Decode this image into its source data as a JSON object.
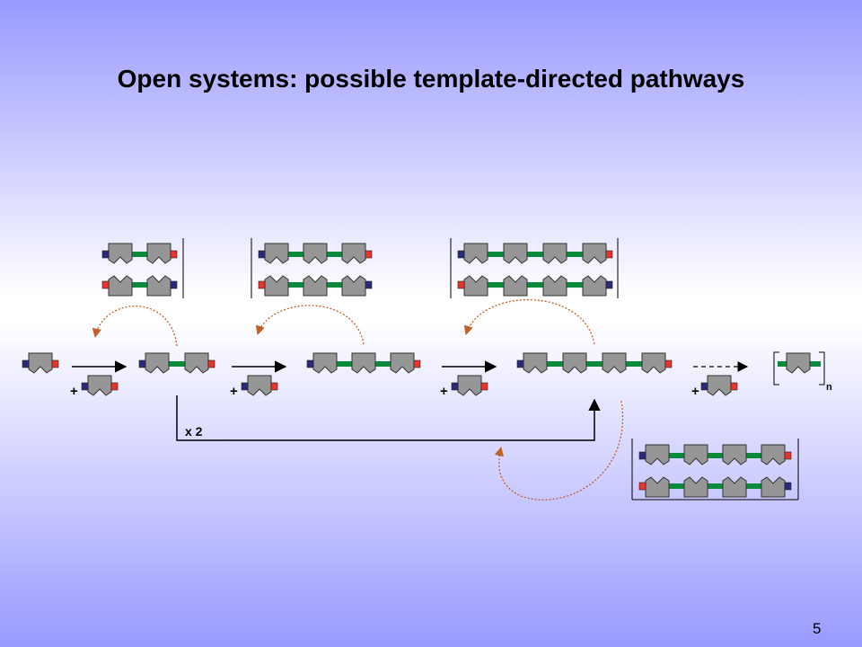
{
  "slide": {
    "title": "Open systems: possible template-directed  pathways",
    "page_number": "5"
  },
  "diagram": {
    "repeat_label": "x 2",
    "subscript": "n",
    "plus_sign": "+",
    "colors": {
      "unit_fill": "#969696",
      "linker": "#0a8a3a",
      "end_red": "#e8342c",
      "end_blue": "#2b2a7a",
      "feedback_arrow": "#c0602a"
    }
  }
}
